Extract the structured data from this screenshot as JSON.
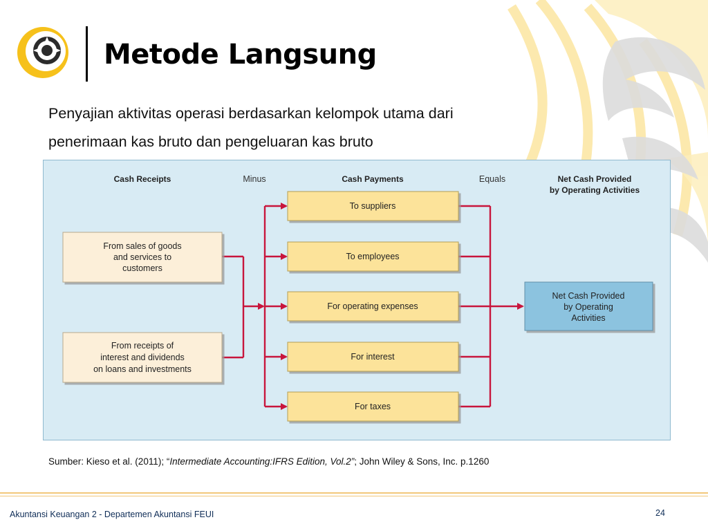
{
  "slide": {
    "title": "Metode Langsung",
    "intro_line1": "Penyajian aktivitas operasi berdasarkan kelompok utama dari",
    "intro_line2": "penerimaan kas bruto dan pengeluaran kas bruto",
    "source_prefix": "Sumber: Kieso et al. (2011); “",
    "source_title": "Intermediate Accounting:IFRS Edition, Vol.2”",
    "source_suffix": "; John Wiley & Sons, Inc. p.1260",
    "footer": "Akuntansi Keuangan 2 - Departemen Akuntansi FEUI",
    "page_number": "24"
  },
  "diagram": {
    "headers": {
      "receipts": "Cash Receipts",
      "minus": "Minus",
      "payments": "Cash Payments",
      "equals": "Equals",
      "result_line1": "Net Cash Provided",
      "result_line2": "by Operating Activities"
    },
    "receipts": [
      {
        "lines": [
          "From sales of goods",
          "and services to",
          "customers"
        ]
      },
      {
        "lines": [
          "From receipts of",
          "interest and dividends",
          "on loans and investments"
        ]
      }
    ],
    "payments": [
      "To suppliers",
      "To employees",
      "For operating expenses",
      "For interest",
      "For taxes"
    ],
    "result": {
      "lines": [
        "Net Cash Provided",
        "by Operating",
        "Activities"
      ]
    },
    "colors": {
      "panel": "#d8ebf4",
      "receipt_box": "#fcefd9",
      "payment_box": "#fce39a",
      "result_box": "#8cc3df",
      "connector": "#c8153c"
    }
  }
}
